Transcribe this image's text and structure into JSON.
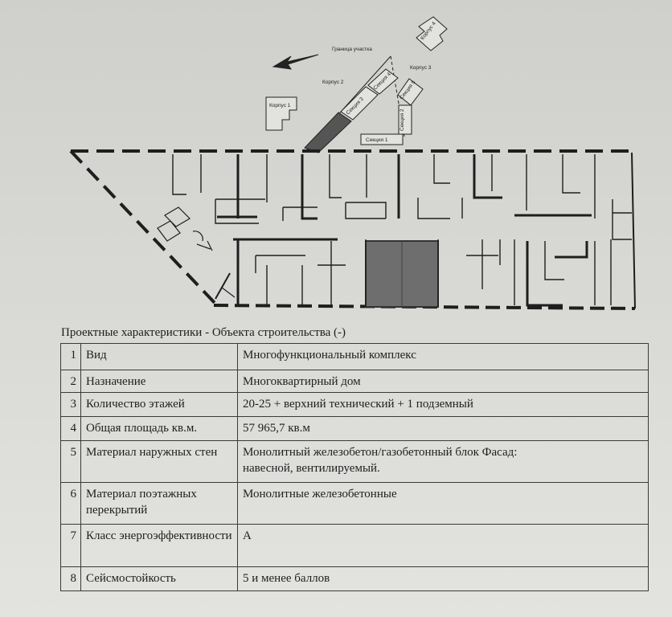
{
  "site_plan": {
    "boundary_label": "Граница участка",
    "building_1": "Корпус 1",
    "building_2": "Корпус 2",
    "building_3": "Корпус 3",
    "building_4": "Корпус 4",
    "section_1": "Секция 1",
    "section_2": "Секция 2",
    "section_3": "Секция 3",
    "section_4": "Секция 4",
    "section_5": "Секция 5"
  },
  "colors": {
    "paper": "#d8d8d5",
    "ink": "#1e1e1e",
    "highlighted_section": "#6e6e6e"
  },
  "table": {
    "title": "Проектные характеристики - Объекта строительства (-)",
    "rows": [
      {
        "num": "1",
        "label": "Вид",
        "value": "Многофункциональный комплекс"
      },
      {
        "num": "2",
        "label": "Назначение",
        "value": "Многоквартирный дом"
      },
      {
        "num": "3",
        "label": "Количество этажей",
        "value": "20-25 + верхний технический + 1 подземный"
      },
      {
        "num": "4",
        "label": "Общая площадь кв.м.",
        "value": "57 965,7 кв.м"
      },
      {
        "num": "5",
        "label": "Материал наружных стен",
        "value": [
          "Монолитный железобетон/газобетонный блок    Фасад:",
          "навесной, вентилируемый."
        ]
      },
      {
        "num": "6",
        "label": "Материал поэтажных перекрытий",
        "value": "Монолитные железобетонные"
      },
      {
        "num": "7",
        "label": "Класс энергоэффективности",
        "value": "А"
      },
      {
        "num": "8",
        "label": "Сейсмостойкость",
        "value": "5 и менее баллов"
      }
    ]
  }
}
